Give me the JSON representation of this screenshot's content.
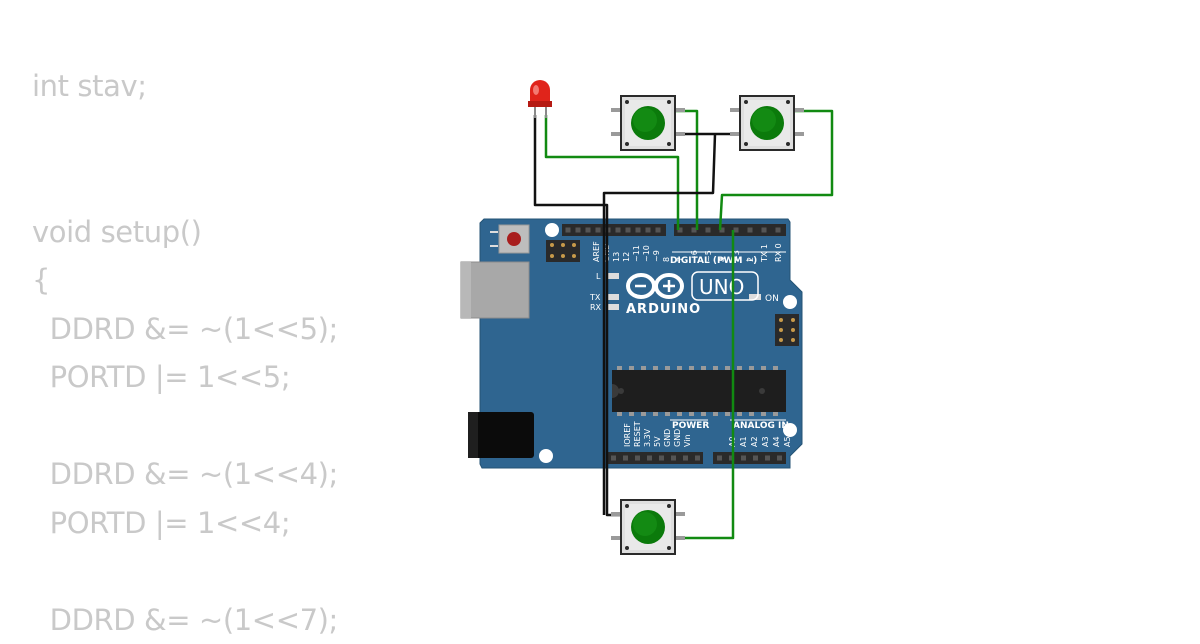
{
  "code_lines": [
    "int stav;",
    "",
    "",
    "void setup()",
    "{",
    "  DDRD &= ~(1<<5);",
    "  PORTD |= 1<<5;",
    "",
    "  DDRD &= ~(1<<4);",
    "  PORTD |= 1<<4;",
    "",
    "  DDRD &= ~(1<<7);"
  ],
  "board": {
    "brand": "ARDUINO",
    "model": "UNO",
    "digital_label": "DIGITAL (PWM ~)",
    "power_label": "POWER",
    "analog_label": "ANALOG IN",
    "on_label": "ON",
    "l_label": "L",
    "tx_label": "TX",
    "rx_label": "RX",
    "digital_pins": [
      "AREF",
      "GND",
      "13",
      "12",
      "~11",
      "~10",
      "~9",
      "8",
      "7",
      "~6",
      "~5",
      "4",
      "~3",
      "2",
      "TX 1",
      "RX 0"
    ],
    "power_pins": [
      "IOREF",
      "RESET",
      "3.3V",
      "5V",
      "GND",
      "GND",
      "Vin"
    ],
    "analog_pins": [
      "A0",
      "A1",
      "A2",
      "A3",
      "A4",
      "A5"
    ]
  },
  "colors": {
    "board": "#2f6590",
    "wire_green": "#118a11",
    "wire_black": "#111111",
    "button_cap": "#0b7a0b",
    "led": "#e0241b",
    "code_text": "#c9c9c9"
  }
}
